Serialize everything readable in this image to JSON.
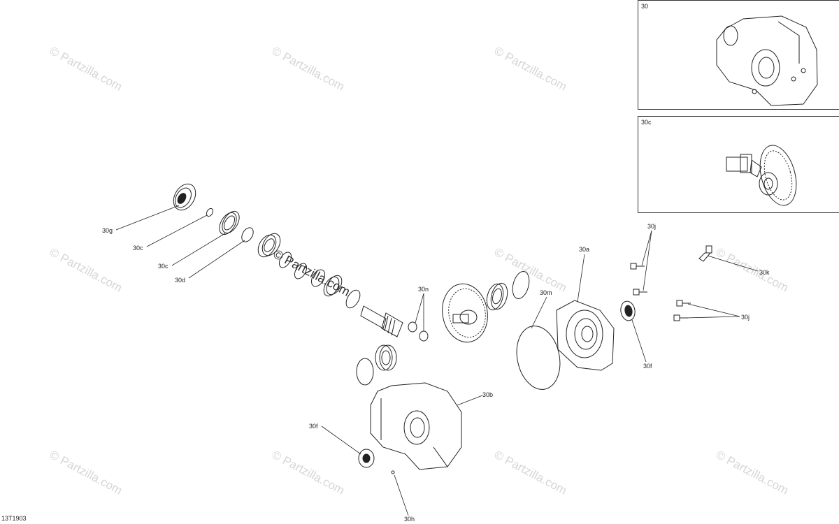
{
  "watermark": "© Partzilla.com",
  "diagram_code": "13T1903",
  "insets": {
    "assembly": {
      "label": "30"
    },
    "gearset": {
      "label": "30c"
    }
  },
  "callouts": {
    "g": "30g",
    "c1": "30c",
    "c2": "30c",
    "d": "30d",
    "n": "30n",
    "m": "30m",
    "a": "30a",
    "j1": "30j",
    "j2": "30j",
    "k": "30k",
    "f1": "30f",
    "f2": "30f",
    "b": "30b",
    "h": "30h"
  }
}
